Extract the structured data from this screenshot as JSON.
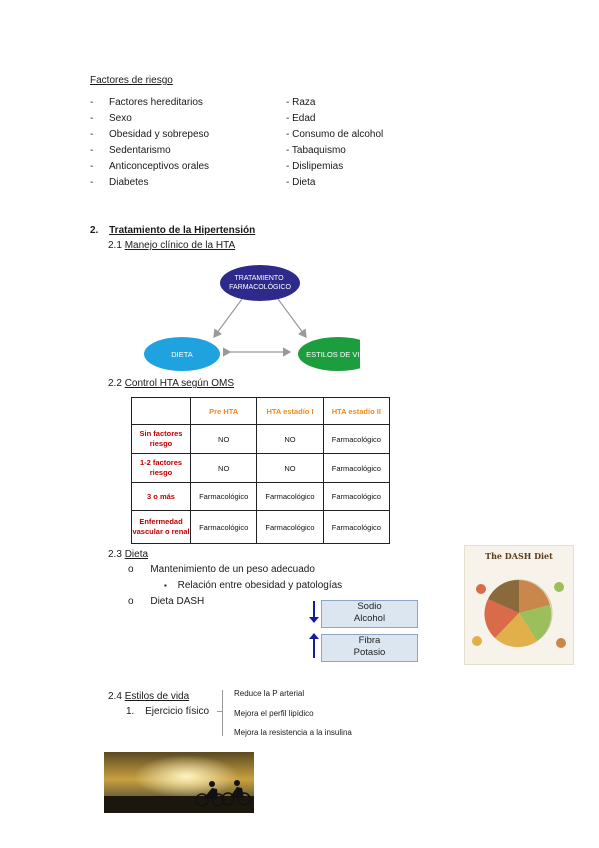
{
  "risk": {
    "title": "Factores de riesgo",
    "dash": "-",
    "left": [
      "Factores hereditarios",
      "Sexo",
      "Obesidad y sobrepeso",
      "Sedentarismo",
      "Anticonceptivos orales",
      "Diabetes"
    ],
    "right": [
      "- Raza",
      "- Edad",
      "- Consumo de alcohol",
      "- Tabaquismo",
      "- Dislipemias",
      "- Dieta"
    ]
  },
  "section2": {
    "number": "2.",
    "title": "Tratamiento de la Hipertensión"
  },
  "s21": {
    "number": "2.1",
    "title": "Manejo clínico de la HTA",
    "diagram": {
      "top": "TRATAMIENTO\nFARMACOLÓGICO",
      "left": "DIETA",
      "right": "ESTILOS DE VIDA",
      "colors": {
        "top": "#2e2a8c",
        "left": "#1fa3e0",
        "right": "#1c9e3e"
      }
    }
  },
  "s22": {
    "number": "2.2",
    "title": "Control HTA según OMS",
    "table": {
      "headers": [
        "",
        "Pre HTA",
        "HTA estadío I",
        "HTA estadío II"
      ],
      "rows": [
        {
          "label": "Sin factores riesgo",
          "cells": [
            "NO",
            "NO",
            "Farmacológico"
          ]
        },
        {
          "label": "1-2 factores riesgo",
          "cells": [
            "NO",
            "NO",
            "Farmacológico"
          ]
        },
        {
          "label": "3 o más",
          "cells": [
            "Farmacológico",
            "Farmacológico",
            "Farmacológico"
          ]
        },
        {
          "label": "Enfermedad vascular o renal",
          "cells": [
            "Farmacológico",
            "Farmacológico",
            "Farmacológico"
          ]
        }
      ]
    }
  },
  "s23": {
    "number": "2.3",
    "title": "Dieta",
    "bullet1": "Mantenimiento de un peso adecuado",
    "sub1": "Relación entre obesidad y patologías",
    "bullet2": "Dieta DASH",
    "bullet_symbol": "o",
    "sub_symbol": "▪",
    "decrease": [
      "Sodio",
      "Alcohol"
    ],
    "increase": [
      "Fibra",
      "Potasio"
    ],
    "dash_image_title": "The DASH Diet"
  },
  "s24": {
    "number": "2.4",
    "title": "Estilos de vida",
    "item_number": "1.",
    "item": "Ejercicio físico",
    "effects": [
      "Reduce la P arterial",
      "Mejora el perfil lipídico",
      "Mejora la resistencia a la insulina"
    ]
  }
}
